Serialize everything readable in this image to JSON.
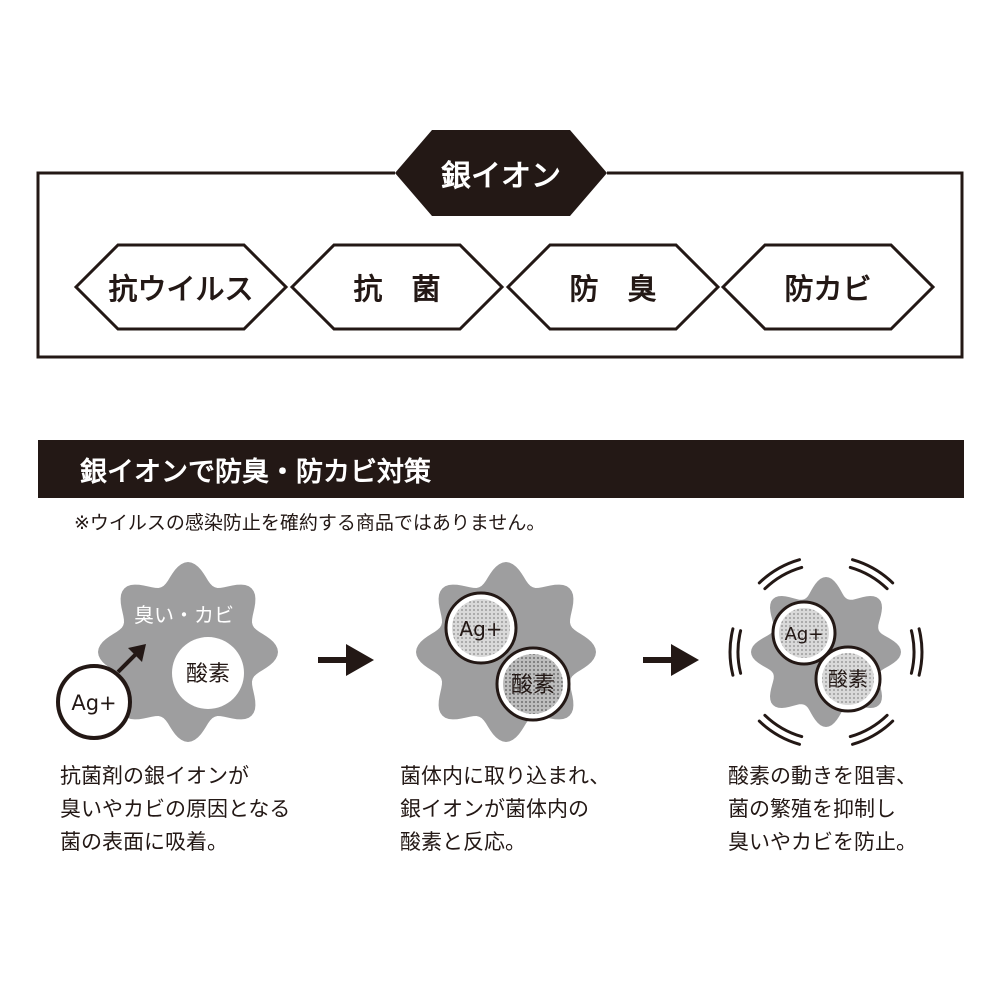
{
  "diagram": {
    "title": "銀イオン",
    "features": [
      "抗ウイルス",
      "抗　菌",
      "防　臭",
      "防カビ"
    ]
  },
  "section": {
    "title": "銀イオンで防臭・防カビ対策",
    "disclaimer": "※ウイルスの感染防止を確約する商品ではありません。"
  },
  "steps": [
    {
      "labels": {
        "target": "臭い・カビ",
        "oxygen": "酸素",
        "ion": "Ag+"
      },
      "caption": [
        "抗菌剤の銀イオンが",
        "臭いやカビの原因となる",
        "菌の表面に吸着。"
      ]
    },
    {
      "labels": {
        "ion": "Ag+",
        "oxygen": "酸素"
      },
      "caption": [
        "菌体内に取り込まれ、",
        "銀イオンが菌体内の",
        "酸素と反応。"
      ]
    },
    {
      "labels": {
        "ion": "Ag+",
        "oxygen": "酸素"
      },
      "caption": [
        "酸素の動きを阻害、",
        "菌の繁殖を抑制し",
        "臭いやカビを防止。"
      ]
    }
  ],
  "colors": {
    "ink": "#231815",
    "germ": "#9e9e9f",
    "white": "#ffffff"
  },
  "icons": [
    "arrow-right-icon",
    "arrow-right-icon",
    "vibration-marks-icon"
  ]
}
